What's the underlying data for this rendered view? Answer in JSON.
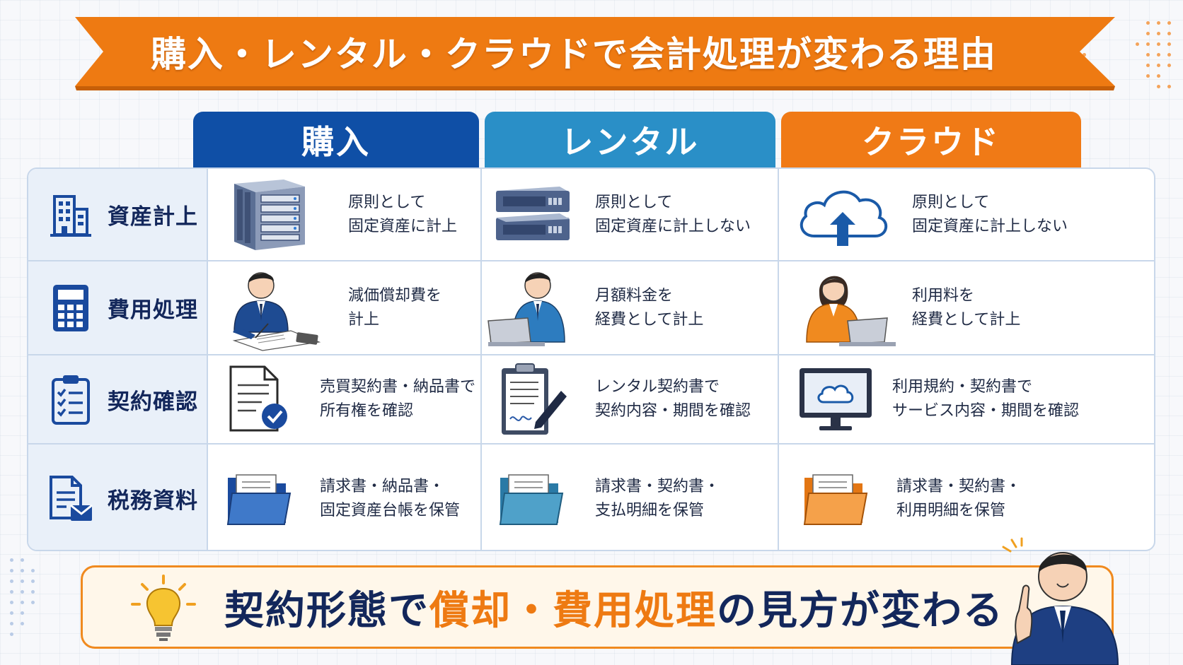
{
  "title": "購入・レンタル・クラウドで会計処理が変わる理由",
  "columns": [
    {
      "label": "購入",
      "color": "#0f4fa6"
    },
    {
      "label": "レンタル",
      "color": "#2a8fc7"
    },
    {
      "label": "クラウド",
      "color": "#f07a16"
    }
  ],
  "rows": [
    {
      "label": "資産計上",
      "icon": "building-icon",
      "cells": [
        {
          "icon": "server-rack-icon",
          "text": "原則として\n固定資産に計上"
        },
        {
          "icon": "rental-server-icon",
          "text": "原則として\n固定資産に計上しない"
        },
        {
          "icon": "cloud-upload-icon",
          "text": "原則として\n固定資産に計上しない"
        }
      ]
    },
    {
      "label": "費用処理",
      "icon": "calculator-icon",
      "cells": [
        {
          "icon": "businessman-writing-icon",
          "text": "減価償却費を\n計上"
        },
        {
          "icon": "businessman-laptop-icon",
          "text": "月額料金を\n経費として計上"
        },
        {
          "icon": "businesswoman-laptop-icon",
          "text": "利用料を\n経費として計上"
        }
      ]
    },
    {
      "label": "契約確認",
      "icon": "clipboard-checklist-icon",
      "cells": [
        {
          "icon": "document-check-icon",
          "text": "売買契約書・納品書で\n所有権を確認"
        },
        {
          "icon": "clipboard-pen-icon",
          "text": "レンタル契約書で\n契約内容・期間を確認"
        },
        {
          "icon": "monitor-cloud-icon",
          "text": "利用規約・契約書で\nサービス内容・期間を確認"
        }
      ]
    },
    {
      "label": "税務資料",
      "icon": "document-mail-icon",
      "cells": [
        {
          "icon": "folder-navy-icon",
          "text": "請求書・納品書・\n固定資産台帳を保管"
        },
        {
          "icon": "folder-teal-icon",
          "text": "請求書・契約書・\n支払明細を保管"
        },
        {
          "icon": "folder-orange-icon",
          "text": "請求書・契約書・\n利用明細を保管"
        }
      ]
    }
  ],
  "callout": {
    "part1": "契約形態で",
    "highlight": "償却・費用処理",
    "part2": "の見方が変わる",
    "icon": "lightbulb-icon",
    "figure": "businessman-pointing-icon"
  }
}
